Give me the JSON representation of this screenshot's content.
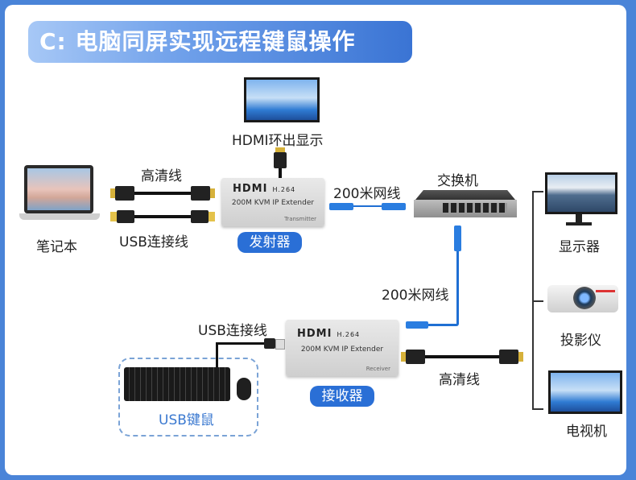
{
  "title": "C: 电脑同屏实现远程键鼠操作",
  "colors": {
    "frame": "#4a84d8",
    "accent": "#2a6fd6",
    "network_cable": "#1f6fd3"
  },
  "devices": {
    "laptop": {
      "label": "笔记本",
      "icon": "laptop-icon"
    },
    "hdmi_loop_tv": {
      "label": "HDMI环出显示",
      "icon": "tv-icon"
    },
    "transmitter": {
      "brand": "HDMI",
      "codec": "H.264",
      "model": "200M KVM IP Extender",
      "role": "Transmitter",
      "tag": "发射器"
    },
    "switch": {
      "label": "交换机",
      "icon": "network-switch-icon"
    },
    "receiver": {
      "brand": "HDMI",
      "codec": "H.264",
      "model": "200M KVM IP Extender",
      "role": "Receiver",
      "tag": "接收器"
    },
    "keyboard_mouse": {
      "label": "USB键鼠",
      "icon": "keyboard-mouse-icon"
    },
    "outputs": [
      {
        "label": "显示器",
        "icon": "monitor-icon"
      },
      {
        "label": "投影仪",
        "icon": "projector-icon"
      },
      {
        "label": "电视机",
        "icon": "tv-icon"
      }
    ]
  },
  "cables": {
    "hdmi_top": "高清线",
    "usb_top": "USB连接线",
    "net_top": "200米网线",
    "net_right": "200米网线",
    "usb_bottom": "USB连接线",
    "hdmi_bottom": "高清线"
  }
}
